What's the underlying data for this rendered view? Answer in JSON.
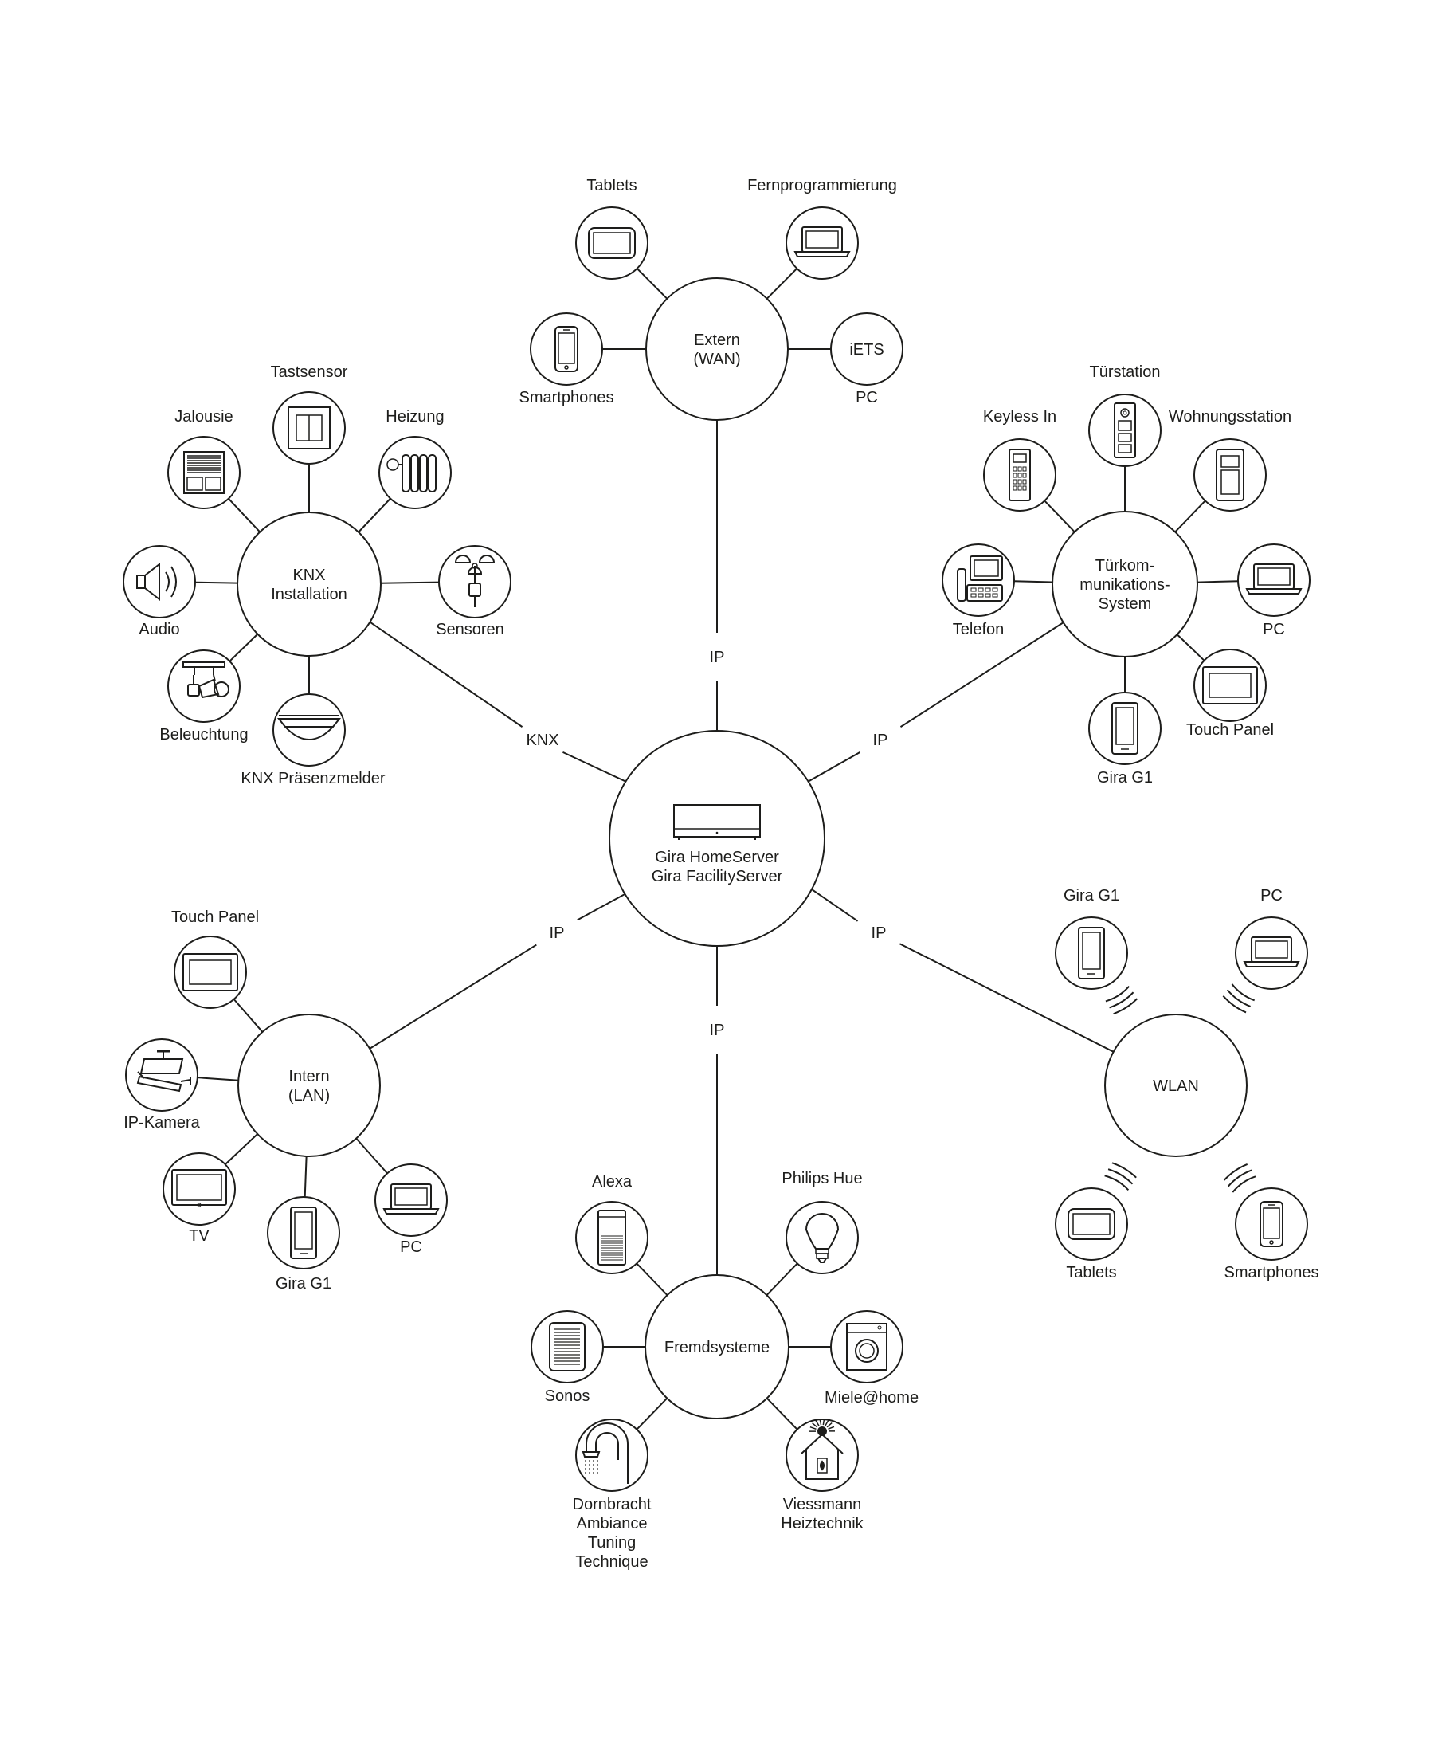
{
  "colors": {
    "ink": "#1d1d1b",
    "background": "#ffffff"
  },
  "center": {
    "lines": [
      "Gira HomeServer",
      "Gira FacilityServer"
    ]
  },
  "hubs": [
    {
      "id": "extern",
      "lines": [
        "Extern",
        "(WAN)"
      ],
      "edge_label": "IP",
      "satellites": [
        {
          "icon": "tablet-icon",
          "lines": [
            "Tablets"
          ]
        },
        {
          "icon": "laptop-icon",
          "lines": [
            "Fernprogrammierung"
          ]
        },
        {
          "icon": "smartphone-icon",
          "lines": [
            "Smartphones"
          ]
        },
        {
          "icon": "iets-text-icon",
          "icon_text": "iETS",
          "lines": [
            "PC"
          ]
        }
      ]
    },
    {
      "id": "knx",
      "lines": [
        "KNX",
        "Installation"
      ],
      "edge_label": "KNX",
      "satellites": [
        {
          "icon": "push-button-icon",
          "lines": [
            "Tastsensor"
          ]
        },
        {
          "icon": "blind-icon",
          "lines": [
            "Jalousie"
          ]
        },
        {
          "icon": "radiator-icon",
          "lines": [
            "Heizung"
          ]
        },
        {
          "icon": "speaker-icon",
          "lines": [
            "Audio"
          ]
        },
        {
          "icon": "weather-sensor-icon",
          "lines": [
            "Sensoren"
          ]
        },
        {
          "icon": "spotlight-icon",
          "lines": [
            "Beleuchtung"
          ]
        },
        {
          "icon": "presence-detector-icon",
          "lines": [
            "KNX Präsenzmelder"
          ]
        }
      ]
    },
    {
      "id": "tuerkom",
      "lines": [
        "Türkom-",
        "munikations-",
        "System"
      ],
      "edge_label": "IP",
      "satellites": [
        {
          "icon": "door-station-icon",
          "lines": [
            "Türstation"
          ]
        },
        {
          "icon": "keypad-icon",
          "lines": [
            "Keyless In"
          ]
        },
        {
          "icon": "indoor-station-icon",
          "lines": [
            "Wohnungsstation"
          ]
        },
        {
          "icon": "telephone-icon",
          "lines": [
            "Telefon"
          ]
        },
        {
          "icon": "laptop-icon",
          "lines": [
            "PC"
          ]
        },
        {
          "icon": "touch-panel-icon",
          "lines": [
            "Touch Panel"
          ]
        },
        {
          "icon": "gira-g1-icon",
          "lines": [
            "Gira G1"
          ]
        }
      ]
    },
    {
      "id": "intern",
      "lines": [
        "Intern",
        "(LAN)"
      ],
      "edge_label": "IP",
      "satellites": [
        {
          "icon": "touch-panel-icon",
          "lines": [
            "Touch Panel"
          ]
        },
        {
          "icon": "ip-camera-icon",
          "lines": [
            "IP-Kamera"
          ]
        },
        {
          "icon": "tv-icon",
          "lines": [
            "TV"
          ]
        },
        {
          "icon": "gira-g1-icon",
          "lines": [
            "Gira G1"
          ]
        },
        {
          "icon": "laptop-icon",
          "lines": [
            "PC"
          ]
        }
      ]
    },
    {
      "id": "wlan",
      "lines": [
        "WLAN"
      ],
      "edge_label": "IP",
      "satellites": [
        {
          "icon": "gira-g1-icon",
          "lines": [
            "Gira G1"
          ]
        },
        {
          "icon": "laptop-icon",
          "lines": [
            "PC"
          ]
        },
        {
          "icon": "tablet-icon",
          "lines": [
            "Tablets"
          ]
        },
        {
          "icon": "smartphone-icon",
          "lines": [
            "Smartphones"
          ]
        }
      ]
    },
    {
      "id": "fremd",
      "lines": [
        "Fremdsysteme"
      ],
      "edge_label": "IP",
      "satellites": [
        {
          "icon": "smart-speaker-icon",
          "lines": [
            "Alexa"
          ]
        },
        {
          "icon": "light-bulb-icon",
          "lines": [
            "Philips Hue"
          ]
        },
        {
          "icon": "sonos-speaker-icon",
          "lines": [
            "Sonos"
          ]
        },
        {
          "icon": "washing-machine-icon",
          "lines": [
            "Miele@home"
          ]
        },
        {
          "icon": "shower-icon",
          "lines": [
            "Dornbracht",
            "Ambiance",
            "Tuning",
            "Technique"
          ]
        },
        {
          "icon": "heating-house-icon",
          "lines": [
            "Viessmann",
            "Heiztechnik"
          ]
        }
      ]
    }
  ]
}
